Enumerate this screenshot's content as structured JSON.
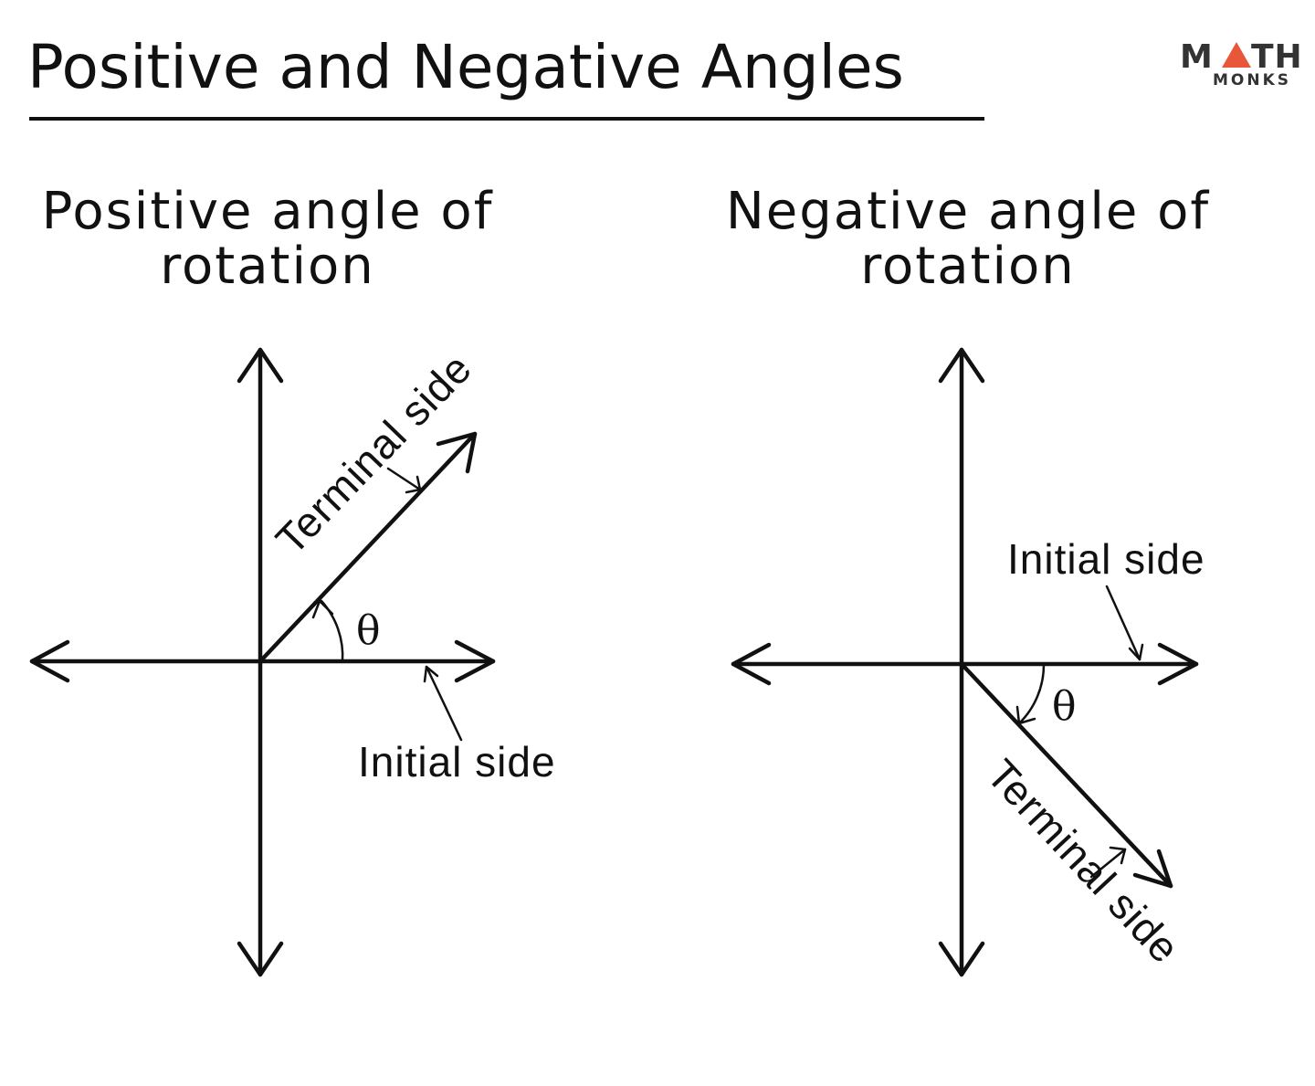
{
  "header": {
    "title": "Positive and Negative Angles",
    "logo": {
      "text_main_m": "M",
      "text_main_th": "TH",
      "text_sub": "MONKS",
      "accent_color": "#E8573A",
      "logo_color": "#333333"
    }
  },
  "panels": [
    {
      "heading_line1": "Positive angle of",
      "heading_line2": "rotation",
      "terminal_label": "Terminal side",
      "initial_label": "Initial side",
      "angle_label": "θ"
    },
    {
      "heading_line1": "Negative angle of",
      "heading_line2": "rotation",
      "terminal_label": "Terminal side",
      "initial_label": "Initial side",
      "angle_label": "θ"
    }
  ],
  "colors": {
    "ink": "#111111",
    "background": "#ffffff"
  }
}
